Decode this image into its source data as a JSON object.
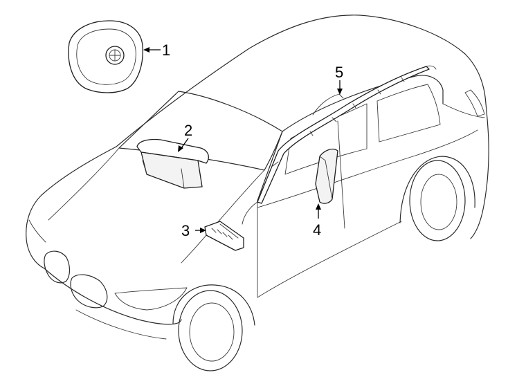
{
  "callouts": [
    {
      "id": "1",
      "label": "1",
      "part": "steering-wheel-airbag"
    },
    {
      "id": "2",
      "label": "2",
      "part": "passenger-airbag"
    },
    {
      "id": "3",
      "label": "3",
      "part": "knee-airbag"
    },
    {
      "id": "4",
      "label": "4",
      "part": "seat-side-airbag"
    },
    {
      "id": "5",
      "label": "5",
      "part": "curtain-airbag"
    }
  ]
}
